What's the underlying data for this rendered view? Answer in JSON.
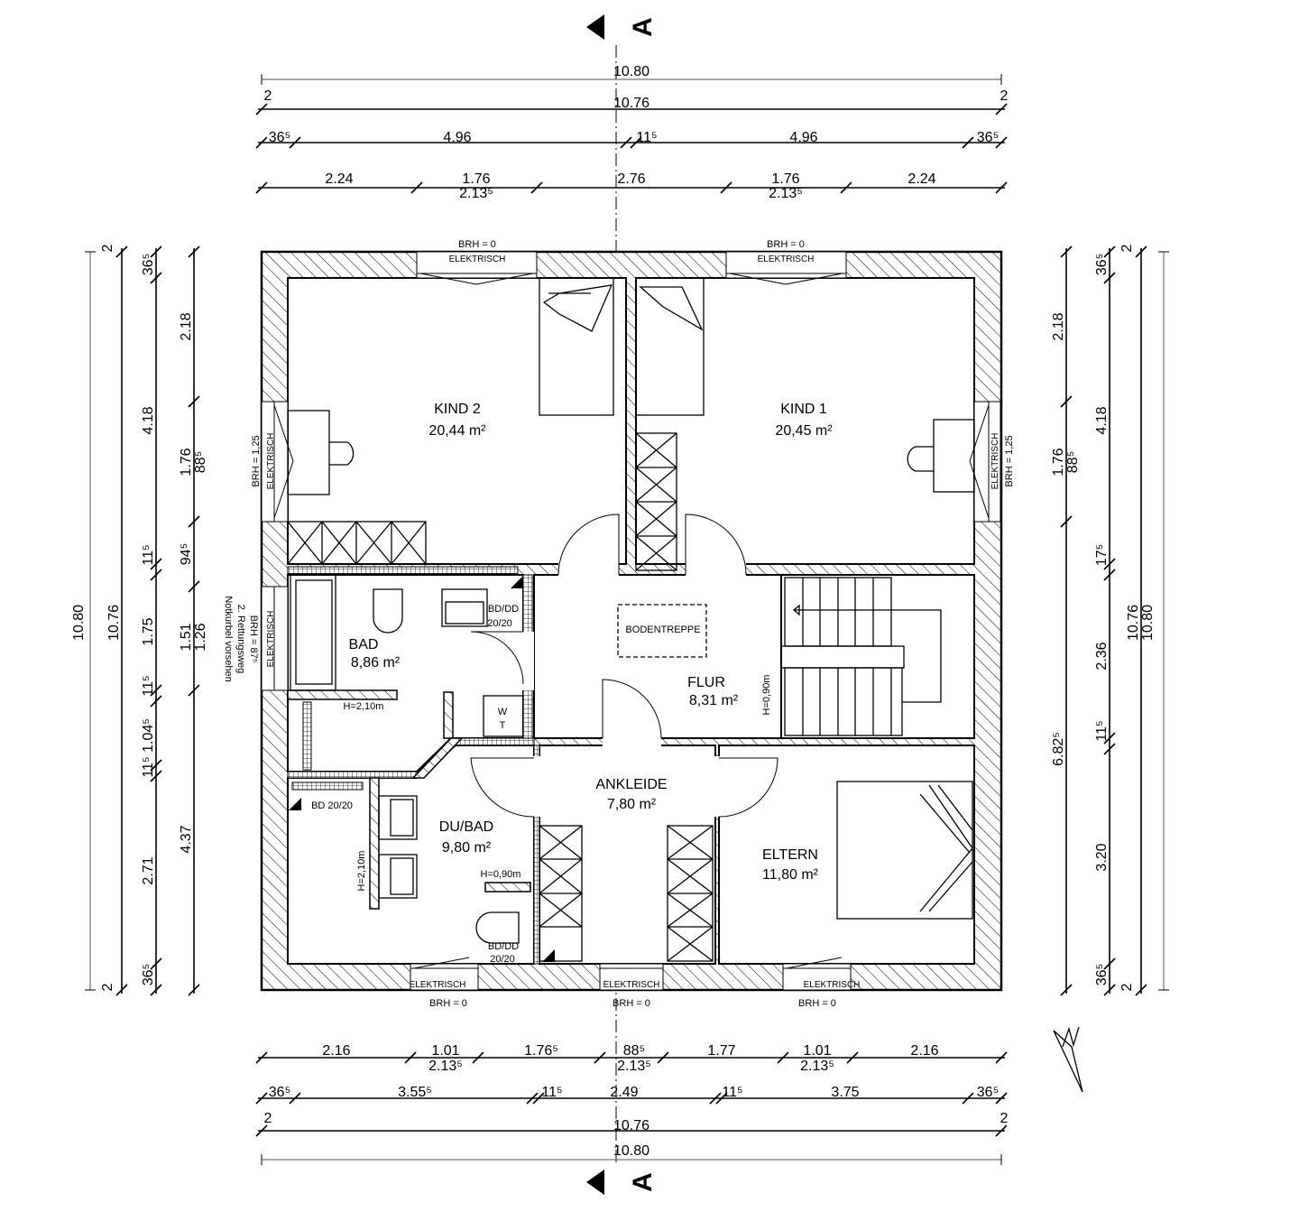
{
  "section": {
    "label": "A"
  },
  "rooms": {
    "kind2": {
      "name": "KIND 2",
      "area": "20,44 m²"
    },
    "kind1": {
      "name": "KIND 1",
      "area": "20,45 m²"
    },
    "bad": {
      "name": "BAD",
      "area": "8,86 m²"
    },
    "flur": {
      "name": "FLUR",
      "area": "8,31 m²"
    },
    "ankleide": {
      "name": "ANKLEIDE",
      "area": "7,80 m²"
    },
    "dubad": {
      "name": "DU/BAD",
      "area": "9,80 m²"
    },
    "eltern": {
      "name": "ELTERN",
      "area": "11,80 m²"
    }
  },
  "annotations": {
    "brh0": "BRH = 0",
    "brh125": "BRH = 1,25",
    "brh875": "BRH = 87⁵",
    "elektrisch": "ELEKTRISCH",
    "rettungsweg": "2. Rettungsweg",
    "notkurbel": "Notkurbel vorsehen",
    "bodentreppe": "BODENTREPPE",
    "h090": "H=0,90m",
    "h210": "H=2,10m",
    "bddd": "BD/DD",
    "size2020": "20/20",
    "bd2020": "BD 20/20",
    "w": "W",
    "t": "T"
  },
  "dims": {
    "top": {
      "overall": "10.80",
      "inner": "10.76",
      "end": "2",
      "row3": [
        "36⁵",
        "4.96",
        "11⁵",
        "4.96",
        "36⁵"
      ],
      "row4": [
        "2.24",
        "1.76",
        "2.13⁵",
        "2.76",
        "1.76",
        "2.13⁵",
        "2.24"
      ]
    },
    "bottom": {
      "row1": [
        "2.16",
        "1.01",
        "2.13⁵",
        "1.76⁵",
        "88⁵",
        "2.13⁵",
        "1.77",
        "1.01",
        "2.13⁵",
        "2.16"
      ],
      "row2": [
        "36⁵",
        "3.55⁵",
        "11⁵",
        "2.49",
        "11⁵",
        "3.75",
        "36⁵"
      ],
      "inner": "10.76",
      "overall": "10.80",
      "end": "2"
    },
    "left": {
      "overall": "10.80",
      "inner": "10.76",
      "end": "2",
      "row3": [
        "36⁵",
        "4.18",
        "11⁵",
        "1.75",
        "11⁵",
        "1.04⁵",
        "11⁵",
        "2.71",
        "36⁵"
      ],
      "row4": [
        "2.18",
        "1.76",
        "88⁵",
        "94⁵",
        "1.51",
        "1.26",
        "4.37"
      ]
    },
    "right": {
      "row1": [
        "2.18",
        "1.76",
        "88⁵",
        "6.82⁵"
      ],
      "row2": [
        "36⁵",
        "4.18",
        "17⁵",
        "2.36",
        "11⁵",
        "3.20",
        "36⁵"
      ],
      "inner": "10.76",
      "overall": "10.80",
      "end": "2"
    }
  }
}
